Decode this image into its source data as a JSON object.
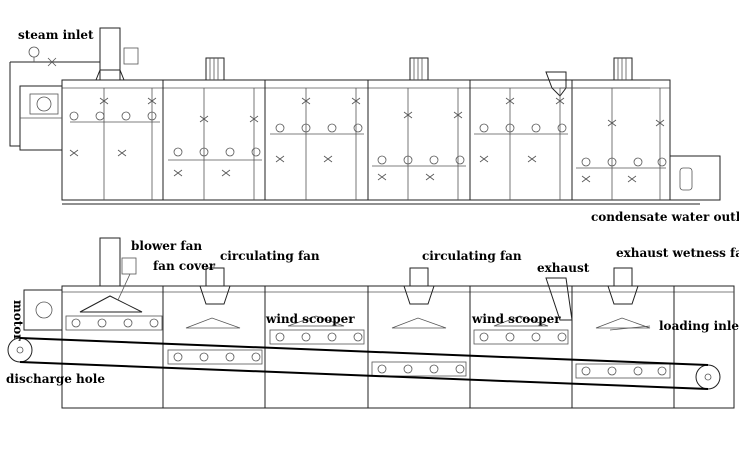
{
  "labels": {
    "steam_inlet": "steam inlet",
    "condensate_outlet": "condensate water outlet",
    "blower_fan": "blower fan",
    "fan_cover": "fan cover",
    "circulating_fan_1": "circulating fan",
    "circulating_fan_2": "circulating fan",
    "exhaust": "exhaust",
    "exhaust_wetness_fan": "exhaust wetness fan",
    "motor": "motor",
    "wind_scooper_1": "wind scooper",
    "wind_scooper_2": "wind scooper",
    "loading_inlet": "loading inlet",
    "discharge_hole": "discharge hole"
  },
  "colors": {
    "line": "#222222",
    "text": "#000000",
    "background": "#ffffff"
  }
}
